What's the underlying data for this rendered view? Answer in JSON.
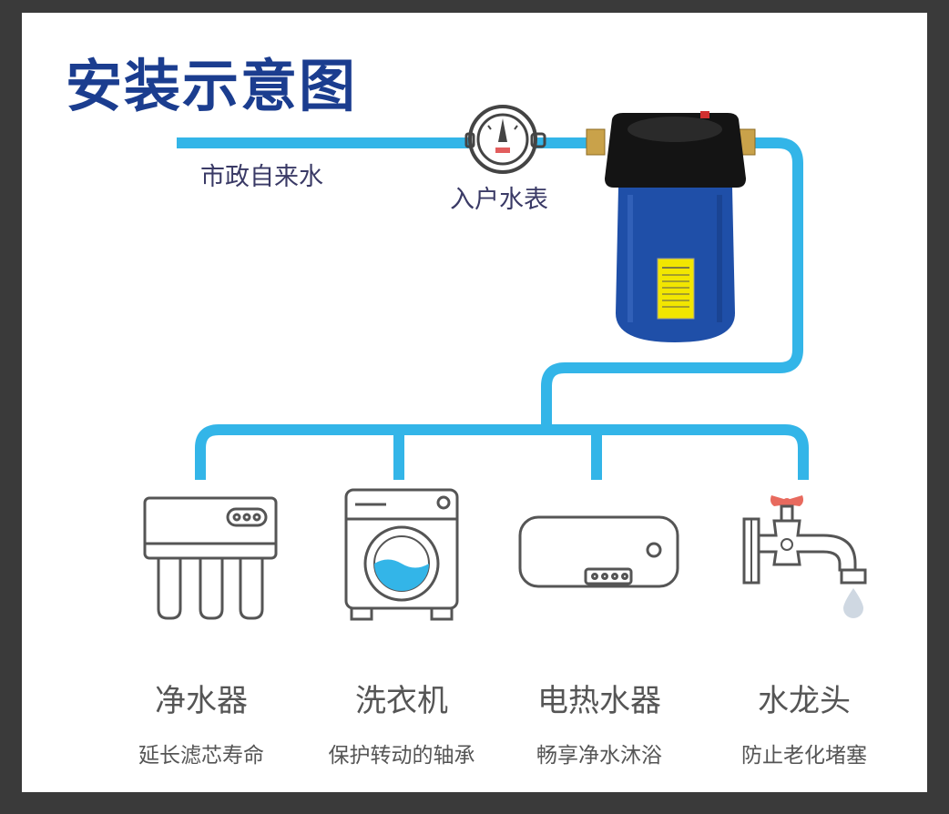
{
  "title": "安装示意图",
  "source_label": "市政自来水",
  "meter_label": "入户水表",
  "colors": {
    "pipe": "#33b5e8",
    "title": "#1b3d8f",
    "filter_body": "#1f4fa8",
    "filter_cap": "#111111",
    "brass": "#c9a24a",
    "icon_stroke": "#555555",
    "water": "#33b5e8",
    "valve_handle": "#e86a5e"
  },
  "appliances": [
    {
      "name": "净水器",
      "desc": "延长滤芯寿命",
      "icon": "water-purifier-icon"
    },
    {
      "name": "洗衣机",
      "desc": "保护转动的轴承",
      "icon": "washing-machine-icon"
    },
    {
      "name": "电热水器",
      "desc": "畅享净水沐浴",
      "icon": "water-heater-icon"
    },
    {
      "name": "水龙头",
      "desc": "防止老化堵塞",
      "icon": "faucet-icon"
    }
  ]
}
